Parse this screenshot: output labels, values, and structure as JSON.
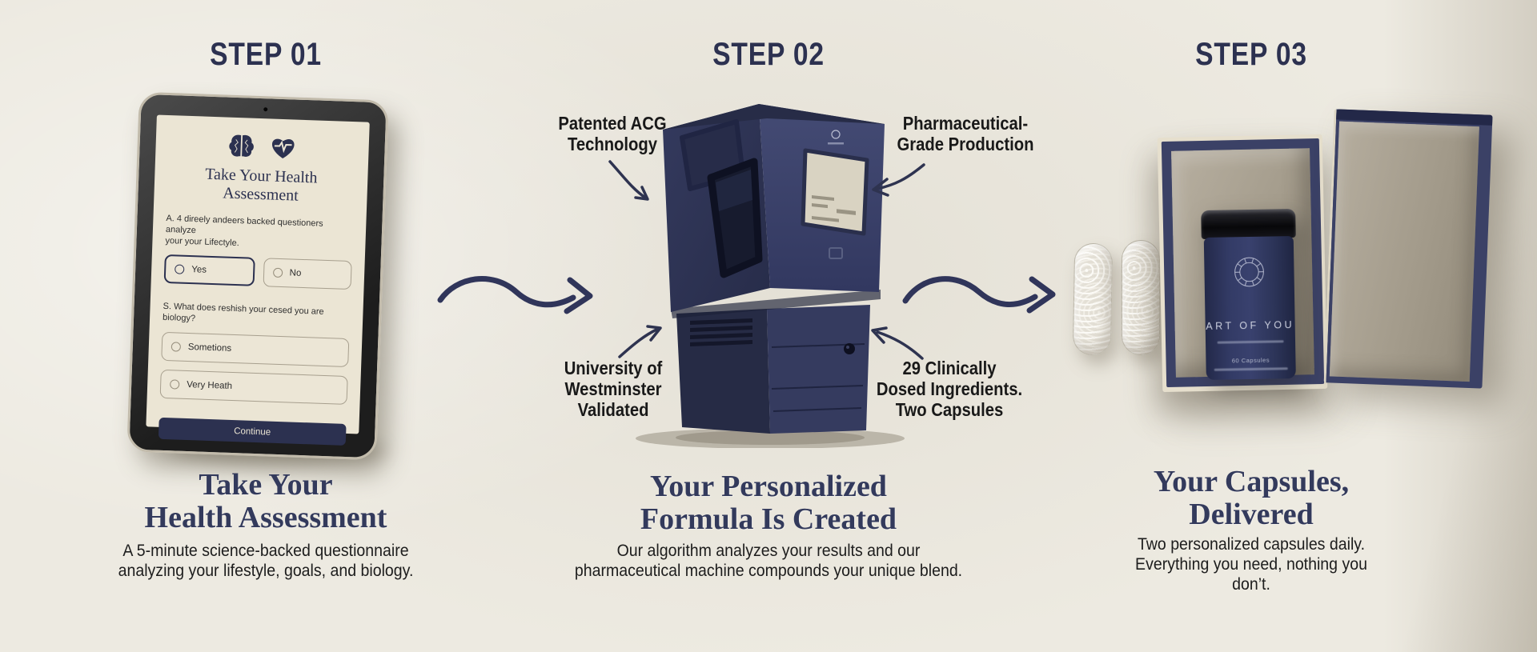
{
  "colors": {
    "background": "#edeae1",
    "navy": "#2c3150",
    "title_navy": "#333a5c",
    "text_dark": "#1d1d1d",
    "screen_cream": "#ebe5d4",
    "machine_navy": "#363c60",
    "box_navy": "#3b4166",
    "tray_taupe": "#a49c8c"
  },
  "steps": [
    {
      "label": "STEP 01",
      "title": "Take Your\nHealth Assessment",
      "description": "A 5-minute science-backed questionnaire\nanalyzing your lifestyle, goals, and biology."
    },
    {
      "label": "STEP 02",
      "title": "Your Personalized\nFormula Is Created",
      "description": "Our algorithm analyzes your results and our\npharmaceutical machine compounds your unique blend."
    },
    {
      "label": "STEP 03",
      "title": "Your Capsules,\nDelivered",
      "description": "Two personalized capsules daily.\nEverything you need, nothing you don’t."
    }
  ],
  "tablet": {
    "heading": "Take Your Health\nAssessment",
    "question_a": "A. 4 direely andeers backed questioners analyze\nyour your Lifectyle.",
    "options_a": [
      "Yes",
      "No"
    ],
    "question_b": "S. What does reshish your cesed you are biology?",
    "options_b": [
      "Sometions",
      "Very Heath"
    ],
    "continue_label": "Continue"
  },
  "annotations": {
    "patented": "Patented ACG\nTechnology",
    "pharma": "Pharmaceutical-\nGrade Production",
    "westminster": "University of\nWestminster\nValidated",
    "clinical": "29 Clinically\nDosed Ingredients.\nTwo Capsules"
  },
  "bottle": {
    "brand": "ART OF YOU",
    "capsule_count": "60 Capsules"
  }
}
